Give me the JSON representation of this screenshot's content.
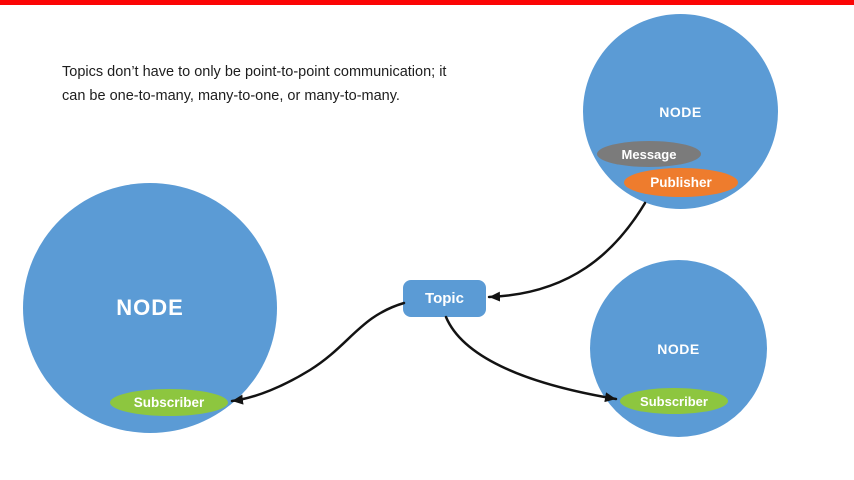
{
  "colors": {
    "top_bar": "#fb0505",
    "node_blue": "#5b9bd5",
    "pill_green": "#8dc63f",
    "pill_orange": "#ee7c2d",
    "pill_gray": "#7b7b7b",
    "arrow": "#131313",
    "caption_text": "#1d1d1d",
    "label_white": "#ffffff"
  },
  "caption": {
    "line1": "Topics don’t have to only be point-to-point communication; it",
    "line2": "can be one-to-many, many-to-one, or many-to-many."
  },
  "nodes": {
    "left": {
      "label": "NODE",
      "subscriber_label": "Subscriber"
    },
    "top_right": {
      "label": "NODE",
      "message_label": "Message",
      "publisher_label": "Publisher"
    },
    "bottom_right": {
      "label": "NODE",
      "subscriber_label": "Subscriber"
    }
  },
  "topic": {
    "label": "Topic"
  }
}
